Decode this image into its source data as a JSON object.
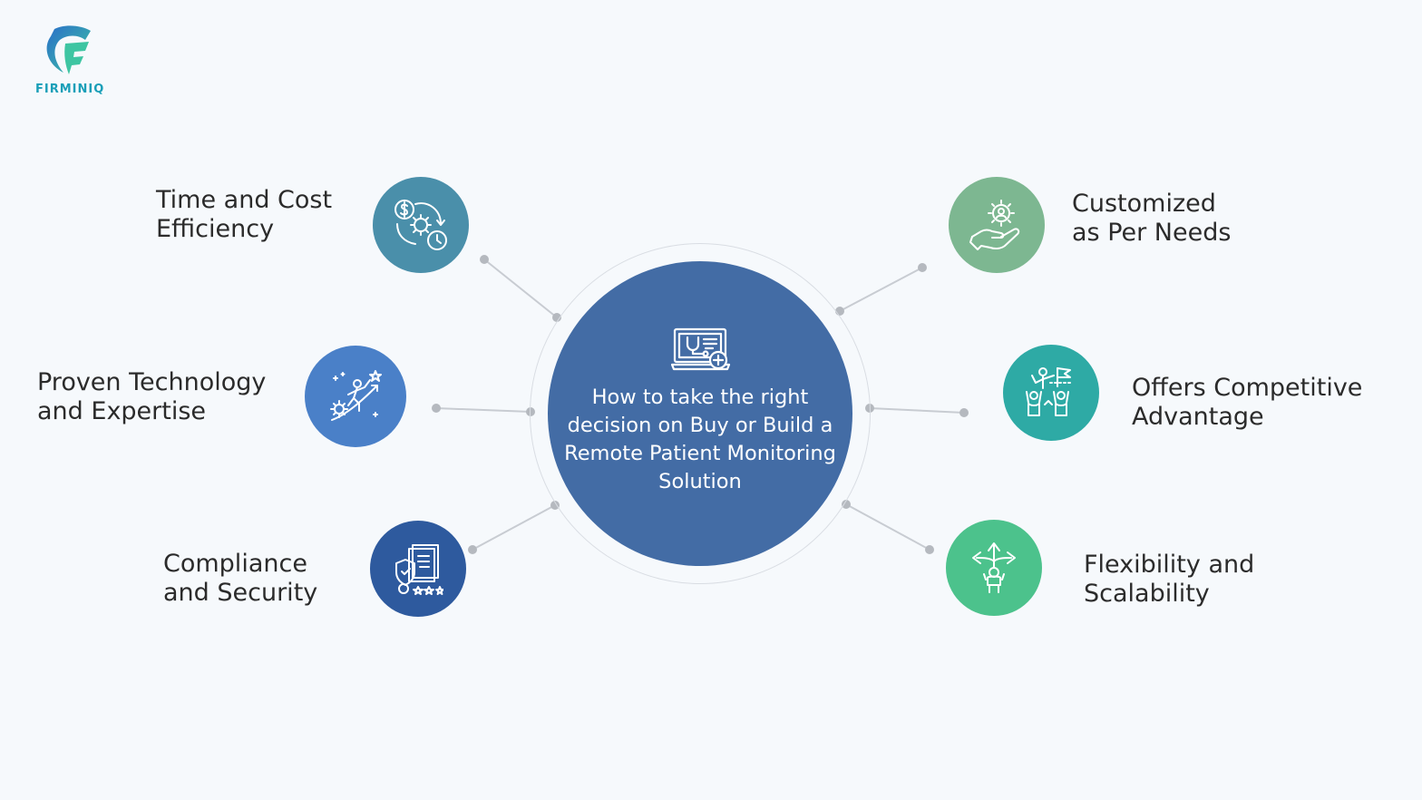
{
  "brand": {
    "name": "FIRMINIQ"
  },
  "center": {
    "icon": "monitor-stethoscope-icon",
    "title": "How to take the right decision on Buy or Build a Remote Patient Monitoring Solution"
  },
  "benefits": [
    {
      "id": "time-cost",
      "lines": [
        "Time and Cost",
        "Efficiency"
      ],
      "icon": "dollar-gear-clock-icon",
      "color": "#4a8faa"
    },
    {
      "id": "proven-tech",
      "lines": [
        "Proven Technology",
        "and Expertise"
      ],
      "icon": "climber-gear-star-icon",
      "color": "#4a80c8"
    },
    {
      "id": "compliance",
      "lines": [
        "Compliance",
        "and Security"
      ],
      "icon": "shield-document-icon",
      "color": "#2e5a9e"
    },
    {
      "id": "customized",
      "lines": [
        "Customized",
        "as Per Needs"
      ],
      "icon": "hand-gear-user-icon",
      "color": "#7db791"
    },
    {
      "id": "competitive",
      "lines": [
        "Offers Competitive",
        "Advantage"
      ],
      "icon": "team-flag-icon",
      "color": "#2eaaa5"
    },
    {
      "id": "flexibility",
      "lines": [
        "Flexibility and",
        "Scalability"
      ],
      "icon": "person-arrows-icon",
      "color": "#4cc28c"
    }
  ],
  "colors": {
    "hub": "#436ca5",
    "hub_ring": "#d9dde3",
    "connector": "#c8ccd2",
    "connector_dot": "#b5b9bf",
    "label_text": "#2b2b2b",
    "background": "#f6f9fc",
    "brand": "#1a9fb8"
  }
}
